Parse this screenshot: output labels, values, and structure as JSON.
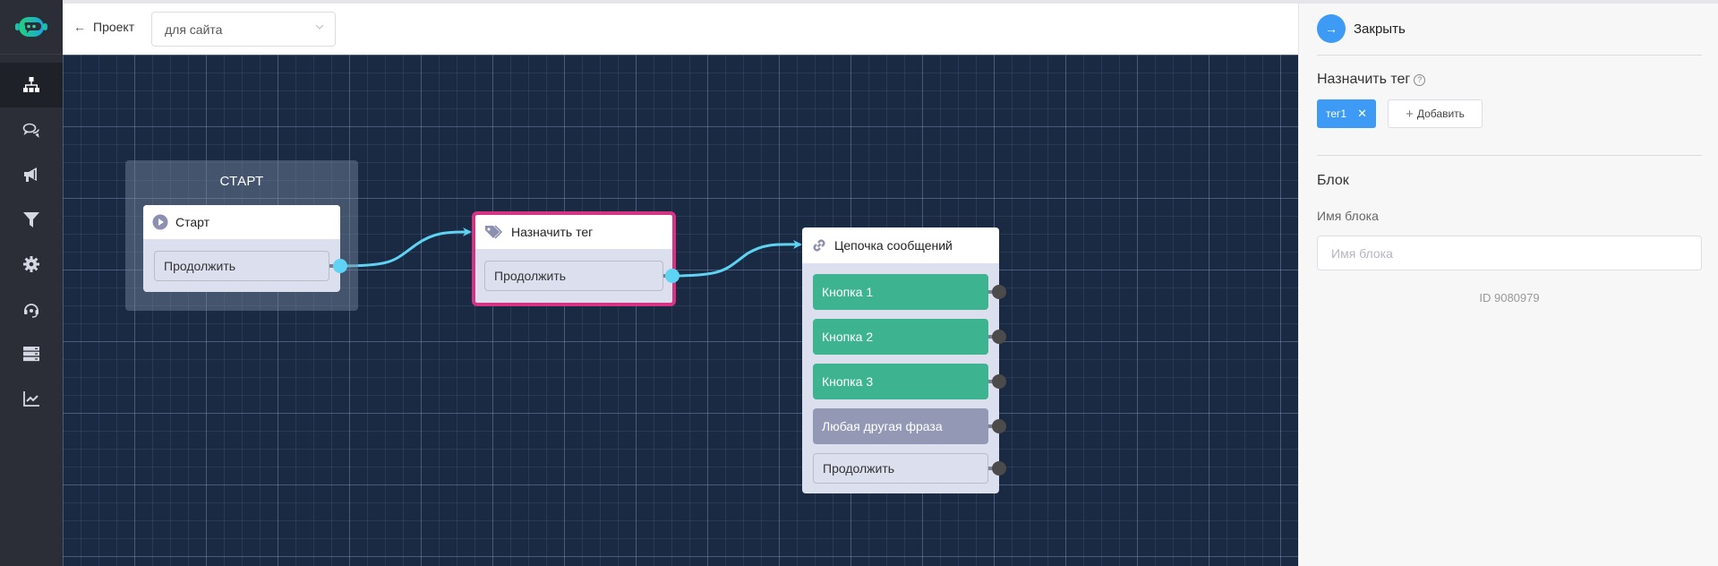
{
  "sidebar": {
    "logo": "bot-logo",
    "items": [
      {
        "icon": "sitemap-icon",
        "active": true
      },
      {
        "icon": "chat-bubbles-icon",
        "active": false
      },
      {
        "icon": "megaphone-icon",
        "active": false
      },
      {
        "icon": "filter-icon",
        "active": false
      },
      {
        "icon": "gear-icon",
        "active": false
      },
      {
        "icon": "headset-icon",
        "active": false
      },
      {
        "icon": "server-icon",
        "active": false
      },
      {
        "icon": "chart-line-icon",
        "active": false
      }
    ]
  },
  "header": {
    "back_label": "Проект",
    "project_select": "для сайта"
  },
  "canvas": {
    "group_title": "СТАРТ",
    "start_block": {
      "title": "Старт",
      "continue_label": "Продолжить"
    },
    "tag_block": {
      "title": "Назначить тег",
      "continue_label": "Продолжить"
    },
    "chain_block": {
      "title": "Цепочка сообщений",
      "buttons": [
        "Кнопка 1",
        "Кнопка 2",
        "Кнопка 3"
      ],
      "fallback_label": "Любая другая фраза",
      "continue_label": "Продолжить"
    },
    "colors": {
      "connection": "#5fd3f3",
      "selected_border": "#d63384",
      "button_green": "#3db38f",
      "fallback_gray": "#9398b5"
    }
  },
  "panel": {
    "close_label": "Закрыть",
    "assign_tag_title": "Назначить тег",
    "help_glyph": "?",
    "tags": [
      "тег1"
    ],
    "add_label": "Добавить",
    "block_section_title": "Блок",
    "block_name_label": "Имя блока",
    "block_name_value": "",
    "block_name_placeholder": "Имя блока",
    "block_id": "ID 9080979"
  }
}
